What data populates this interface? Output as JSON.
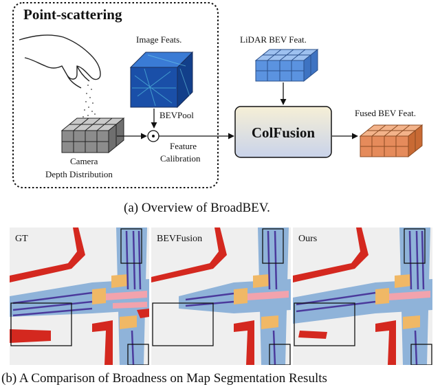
{
  "top_panel": {
    "title": "Point-scattering",
    "image_feats": "Image Feats.",
    "bevpool": "BEVPool",
    "camera_depth_line1": "Camera",
    "camera_depth_line2": "Depth Distribution",
    "feature_calibration_line1": "Feature",
    "feature_calibration_line2": "Calibration",
    "lidar_bev": "LiDAR BEV Feat.",
    "colfusion": "ColFusion",
    "fused_bev": "Fused BEV Feat.",
    "caption": "(a) Overview of BroadBEV."
  },
  "bottom_panel": {
    "panels": [
      {
        "label": "GT"
      },
      {
        "label": "BEVFusion"
      },
      {
        "label": "Ours"
      }
    ],
    "caption": "(b) A Comparison of Broadness on Map Segmentation Results"
  },
  "colors": {
    "image_cube": "#1a4fa8",
    "lidar_cube": "#5b93e0",
    "fused_cube": "#e58b5b",
    "camera_cube": "#8c8c8c",
    "colfusion_top": "#f6efd6",
    "colfusion_bottom": "#c9d3ea",
    "road_red": "#d4281f",
    "lane_blue": "#8fb3d9",
    "divider_purple": "#4b3a9c",
    "crossing_orange": "#f0b866",
    "crossing_pink": "#f2a3ad"
  }
}
